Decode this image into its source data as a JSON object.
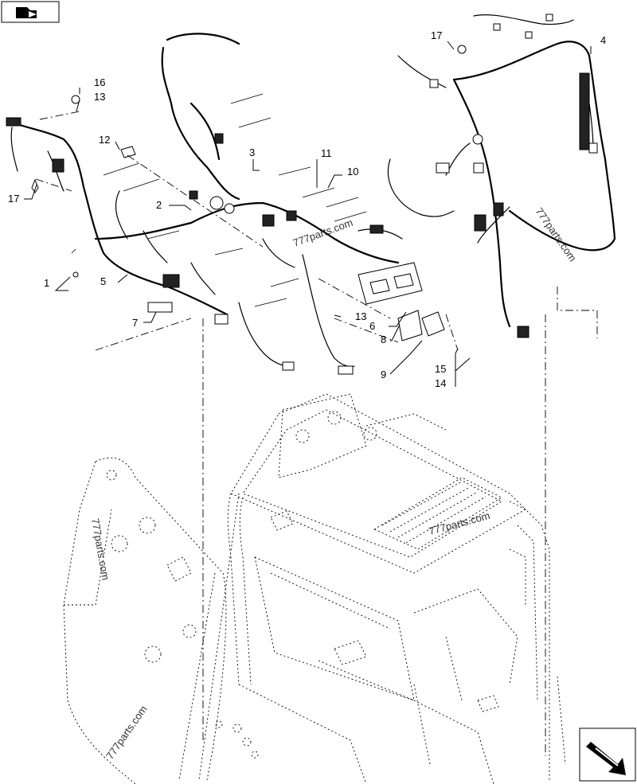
{
  "diagram": {
    "callouts": [
      {
        "id": "c1",
        "label": "1"
      },
      {
        "id": "c2",
        "label": "2"
      },
      {
        "id": "c3",
        "label": "3"
      },
      {
        "id": "c4",
        "label": "4"
      },
      {
        "id": "c5",
        "label": "5"
      },
      {
        "id": "c6",
        "label": "6"
      },
      {
        "id": "c7",
        "label": "7"
      },
      {
        "id": "c8",
        "label": "8"
      },
      {
        "id": "c9",
        "label": "9"
      },
      {
        "id": "c10",
        "label": "10"
      },
      {
        "id": "c11",
        "label": "11"
      },
      {
        "id": "c12",
        "label": "12"
      },
      {
        "id": "c13a",
        "label": "13"
      },
      {
        "id": "c13b",
        "label": "13"
      },
      {
        "id": "c14",
        "label": "14"
      },
      {
        "id": "c15",
        "label": "15"
      },
      {
        "id": "c16",
        "label": "16"
      },
      {
        "id": "c17a",
        "label": "17"
      },
      {
        "id": "c17b",
        "label": "17"
      }
    ],
    "watermarks": [
      "777parts.com",
      "777parts.com",
      "777parts.com",
      "777parts.com",
      "777parts.com"
    ]
  },
  "nav": {
    "top_icon": "folder-return-icon",
    "bottom_icon": "next-page-arrow-icon"
  }
}
